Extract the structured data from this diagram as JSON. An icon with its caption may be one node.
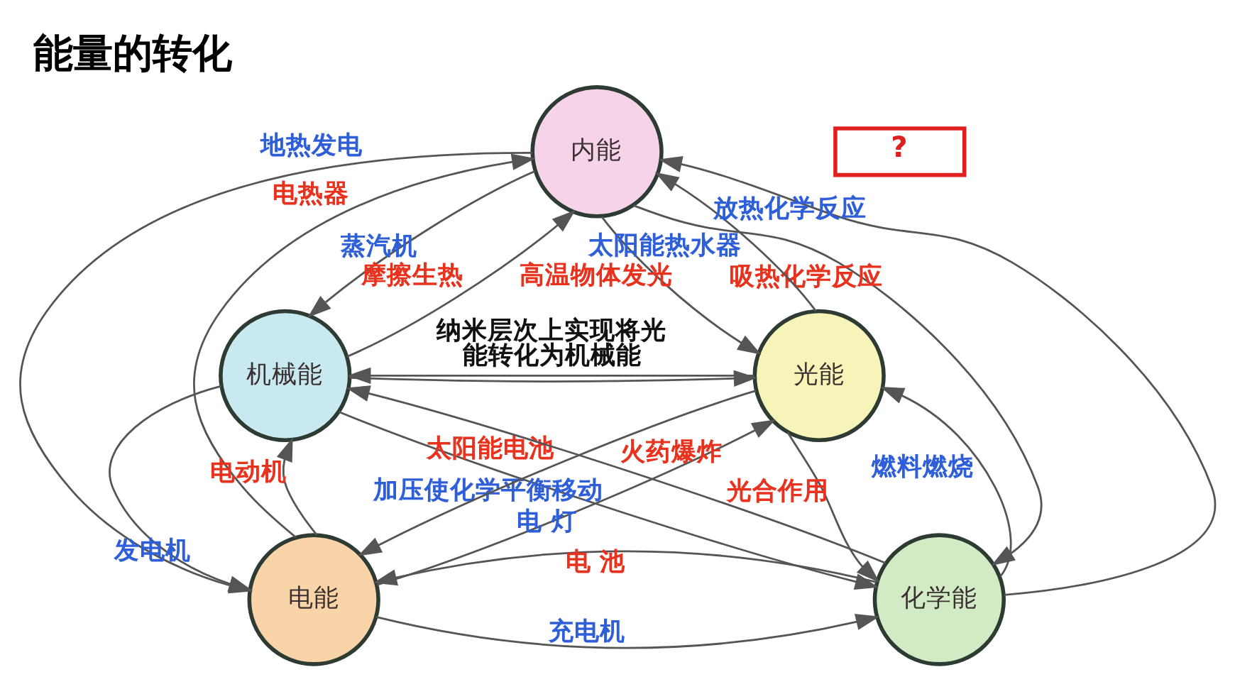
{
  "diagram": {
    "title": "能量的转化",
    "nodes": [
      {
        "text": [
          "内能"
        ]
      },
      {
        "text": [
          "机械能"
        ]
      },
      {
        "text": [
          "?"
        ]
      },
      {
        "text": [
          "光能"
        ]
      },
      {
        "text": [
          "电能"
        ]
      },
      {
        "text": [
          "化学能"
        ]
      }
    ],
    "edges": [
      {
        "from": 1,
        "to": 0,
        "arrow": "to",
        "label": "摩擦生热"
      },
      {
        "from": 0,
        "to": 1,
        "arrow": "to",
        "label": "蒸汽机"
      },
      {
        "from": 0,
        "to": 3,
        "arrow": "to",
        "label": "高温物体发光"
      },
      {
        "from": 3,
        "to": 0,
        "arrow": "to",
        "label": "太阳能热水器"
      },
      {
        "from": 4,
        "to": 0,
        "arrow": "to",
        "label": "电热器"
      },
      {
        "from": 0,
        "to": 4,
        "arrow": "to",
        "label": "地热发电"
      },
      {
        "from": 5,
        "to": 0,
        "arrow": "to",
        "label": "放热化学反应"
      },
      {
        "from": 0,
        "to": 5,
        "arrow": "to",
        "label": "吸热化学反应"
      },
      {
        "from": 1,
        "to": 3,
        "arrow": "to"
      },
      {
        "from": 3,
        "to": 1,
        "arrow": "to",
        "label": "纳米层次上实现将光能转化为机械能"
      },
      {
        "from": 1,
        "to": 5,
        "arrow": "to",
        "label": "加压使化学平衡移动"
      },
      {
        "from": 5,
        "to": 1,
        "arrow": "to",
        "label": "火药爆炸"
      },
      {
        "from": 4,
        "to": 1,
        "arrow": "to",
        "label": "电动机"
      },
      {
        "from": 1,
        "to": 4,
        "arrow": "to",
        "label": "发电机"
      },
      {
        "from": 4,
        "to": 3,
        "arrow": "to",
        "label": "电 灯"
      },
      {
        "from": 3,
        "to": 4,
        "arrow": "to",
        "label": "太阳能电池"
      },
      {
        "from": 5,
        "to": 3,
        "arrow": "to",
        "label": "燃料燃烧"
      },
      {
        "from": 3,
        "to": 5,
        "arrow": "to",
        "label": "光合作用"
      },
      {
        "from": 4,
        "to": 5,
        "arrow": "to",
        "label": "充电机"
      },
      {
        "from": 5,
        "to": 4,
        "arrow": "to",
        "label": "电 池"
      }
    ]
  }
}
